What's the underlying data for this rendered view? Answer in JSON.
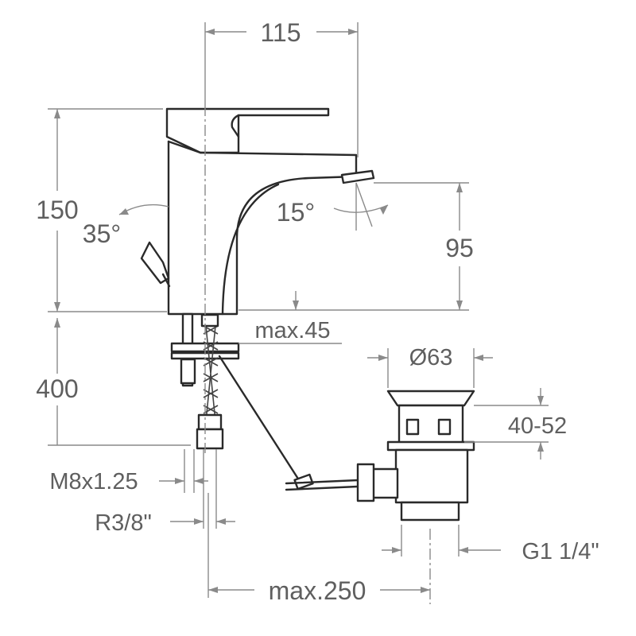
{
  "dimensions": {
    "width_115": "115",
    "height_150": "150",
    "angle_35": "35°",
    "angle_15": "15°",
    "height_95": "95",
    "max_45": "max.45",
    "length_400": "400",
    "diameter_63": "Ø63",
    "range_40_52": "40-52",
    "thread_m8": "M8x1.25",
    "thread_r38": "R3/8\"",
    "thread_g114": "G1 1/4\"",
    "max_250": "max.250"
  },
  "colors": {
    "outline": "#2a2a2a",
    "dimension": "#8a8a8a",
    "label": "#5f5f5f",
    "background": "#ffffff"
  }
}
